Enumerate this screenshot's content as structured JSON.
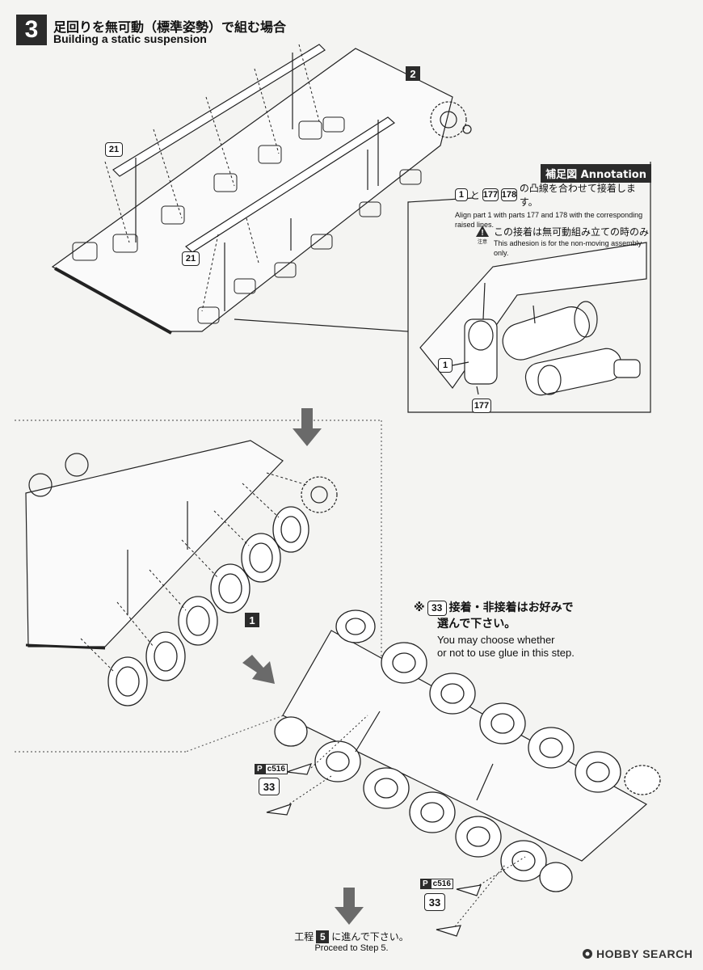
{
  "step": {
    "number": "3",
    "title_jp": "足回りを無可動（標準姿勢）で組む場合",
    "title_en": "Building a static suspension"
  },
  "callouts": {
    "part_21": "21",
    "sub_2": "2",
    "sub_1": "1",
    "part_1": "1",
    "part_177": "177",
    "part_178": "178",
    "part_33": "33",
    "step_5": "5"
  },
  "annotation": {
    "title": "補足図 Annotation",
    "line_jp_mid": "と",
    "line_jp_tail": "の凸線を合わせて接着します。",
    "line_en": "Align part 1 with parts 177 and 178 with the corresponding raised lines.",
    "warning_jp": "この接着は無可動組み立ての時のみ",
    "warning_en": "This adhesion is for the non-moving assembly only.",
    "warning_symbol": "!",
    "warning_caption": "注意"
  },
  "glue_note": {
    "mark": "※",
    "jp_tail": "接着・非接着はお好みで",
    "jp_line2": "選んで下さい。",
    "en_line1": "You may choose whether",
    "en_line2": "or not to use glue in this step."
  },
  "sprue": {
    "p": "P",
    "code": "c516"
  },
  "proceed": {
    "jp_head": "工程",
    "jp_tail": "に進んで下さい。",
    "en": "Proceed to Step 5."
  },
  "footer": {
    "logo": "HOBBY SEARCH"
  }
}
